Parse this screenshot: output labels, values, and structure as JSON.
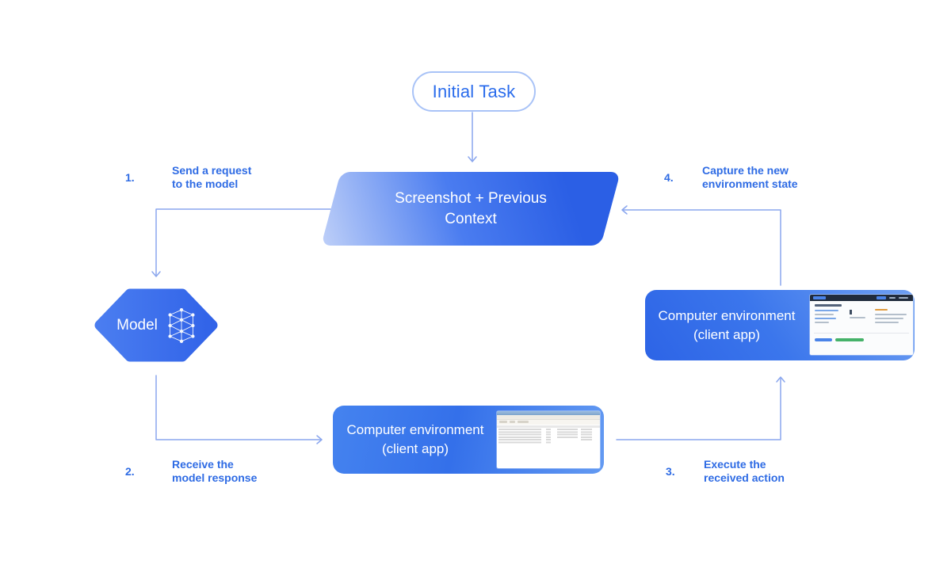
{
  "diagram": {
    "initial_task": {
      "label": "Initial Task"
    },
    "context_node": {
      "line1": "Screenshot + Previous",
      "line2": "Context"
    },
    "model_node": {
      "label": "Model",
      "icon": "neural-network-icon"
    },
    "env_bottom_node": {
      "line1": "Computer environment",
      "line2": "(client app)",
      "thumbnail": "desktop-app-screenshot"
    },
    "env_right_node": {
      "line1": "Computer environment",
      "line2": "(client app)",
      "thumbnail": "web-app-screenshot"
    },
    "steps": [
      {
        "num": "1.",
        "line1": "Send a request",
        "line2": "to the model"
      },
      {
        "num": "2.",
        "line1": "Receive the",
        "line2": "model response"
      },
      {
        "num": "3.",
        "line1": "Execute the",
        "line2": "received action"
      },
      {
        "num": "4.",
        "line1": "Capture the new",
        "line2": "environment state"
      }
    ],
    "colors": {
      "label_blue": "#2e6be4",
      "pill_text_blue": "#2a6cec",
      "pill_border_blue": "#a9c3f7",
      "arrow_blue": "#8aa6ee",
      "node_dark_blue": "#2b5fe5",
      "node_light_blue": "#bfd0f8",
      "env_gradient_dark": "#2d64e6",
      "env_gradient_light": "#6fa0f2",
      "node_text_white": "#ffffff"
    }
  }
}
